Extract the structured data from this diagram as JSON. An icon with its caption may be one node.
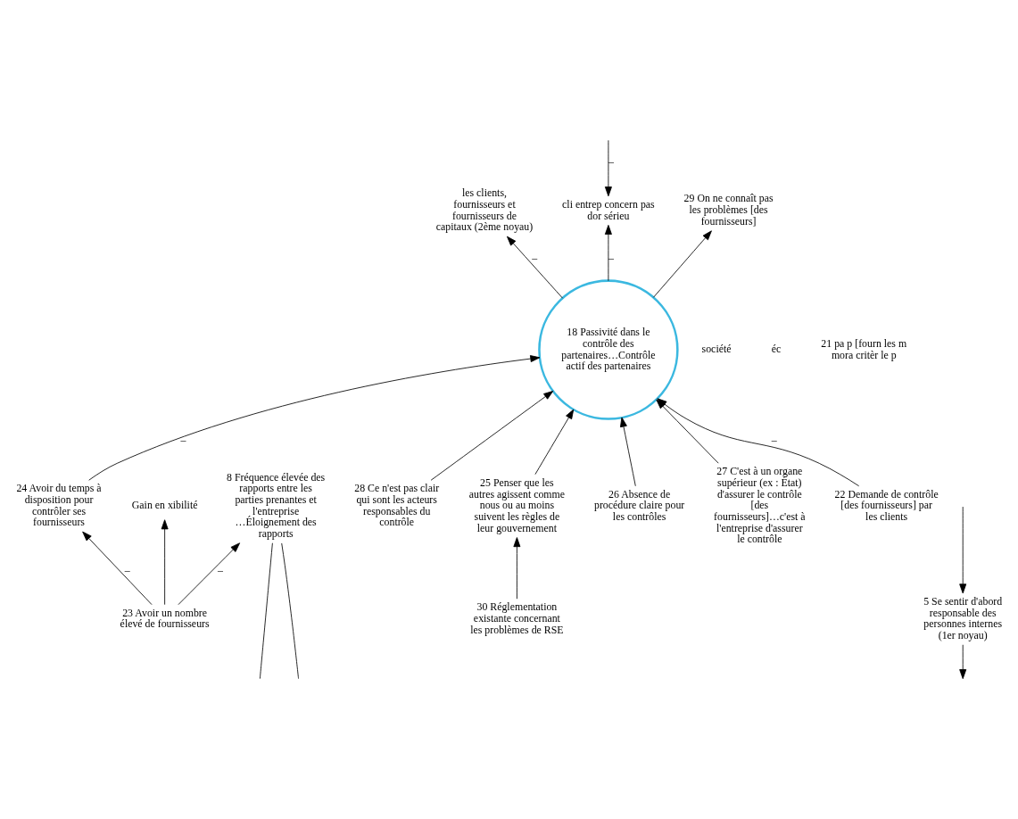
{
  "diagram": {
    "nodes": [
      {
        "text": [
          "18 Passivité dans le contrôle des partenaires…Contrôle actif des partenaires"
        ]
      },
      {
        "text": [
          "les clients, fournisseurs et fournisseurs de capitaux (2ème noyau)"
        ]
      },
      {
        "text": [
          "5 Se sentir d'abord responsable des personnes internes (1er noyau)"
        ]
      },
      {
        "text": [
          "24 Avoir du temps à disposition pour contrôler ses fournisseurs"
        ]
      },
      {
        "text": [
          "société"
        ]
      },
      {
        "text": [
          "cli entrep concern pas dor sérieu"
        ]
      },
      {
        "text": [
          "29 On ne connaît pas les problèmes [des fournisseurs]"
        ]
      },
      {
        "text": [
          "8 Fréquence élevée des rapports entre les parties prenantes et l'entreprise …Éloignement des rapports"
        ]
      },
      {
        "text": [
          "28 Ce n'est pas clair qui sont les acteurs responsables du contrôle"
        ]
      },
      {
        "text": [
          "éc"
        ]
      },
      {
        "text": [
          "25 Penser que les autres agissent comme nous ou au moins suivent les règles de leur gouvernement"
        ]
      },
      {
        "text": [
          "23 Avoir un nombre élevé de fournisseurs"
        ]
      },
      {
        "text": [
          "26 Absence de procédure claire pour les contrôles"
        ]
      },
      {
        "text": [
          "Gain en xibilité"
        ]
      },
      {
        "text": [
          "27 C'est à un organe supérieur (ex : État) d'assurer le contrôle [des fournisseurs]…c'est à l'entreprise d'assurer le contrôle"
        ]
      },
      {
        "text": [
          "22 Demande de contrôle [des fournisseurs] par les clients"
        ]
      },
      {
        "text": [
          "21 pa p [fourn les m mora critèr le p"
        ]
      },
      {
        "text": [
          "30 Réglementation existante concernant les problèmes de RSE"
        ]
      }
    ],
    "edges": [
      {
        "from": 0,
        "to": 1,
        "arrow": "to",
        "label": "–"
      },
      {
        "from": 3,
        "to": 0,
        "arrow": "to",
        "label": "–"
      },
      {
        "from": 0,
        "to": 5,
        "arrow": "to",
        "label": "–"
      },
      {
        "from": 0,
        "to": 6,
        "arrow": "to"
      },
      {
        "from": 12,
        "to": 0,
        "arrow": "to"
      },
      {
        "from": 10,
        "to": 0,
        "arrow": "to"
      },
      {
        "from": 14,
        "to": 0,
        "arrow": "to"
      },
      {
        "from": 15,
        "to": 0,
        "arrow": "to",
        "label": "–"
      },
      {
        "from": 8,
        "to": 0,
        "arrow": "to"
      },
      {
        "from": 11,
        "to": 7,
        "arrow": "to",
        "label": "–"
      },
      {
        "from": 11,
        "to": 3,
        "arrow": "to",
        "label": "–"
      },
      {
        "from": 11,
        "to": 13,
        "arrow": "to"
      },
      {
        "from": 17,
        "to": 10,
        "arrow": "to"
      },
      {
        "from": null,
        "to": 2,
        "arrow": "to"
      },
      {
        "from": 2,
        "to": null,
        "arrow": "to"
      },
      {
        "from": 7,
        "to": null,
        "arrow": "none"
      },
      {
        "from": 7,
        "to": null,
        "arrow": "none"
      },
      {
        "from": null,
        "to": 5,
        "arrow": "to",
        "label": "–"
      }
    ]
  }
}
